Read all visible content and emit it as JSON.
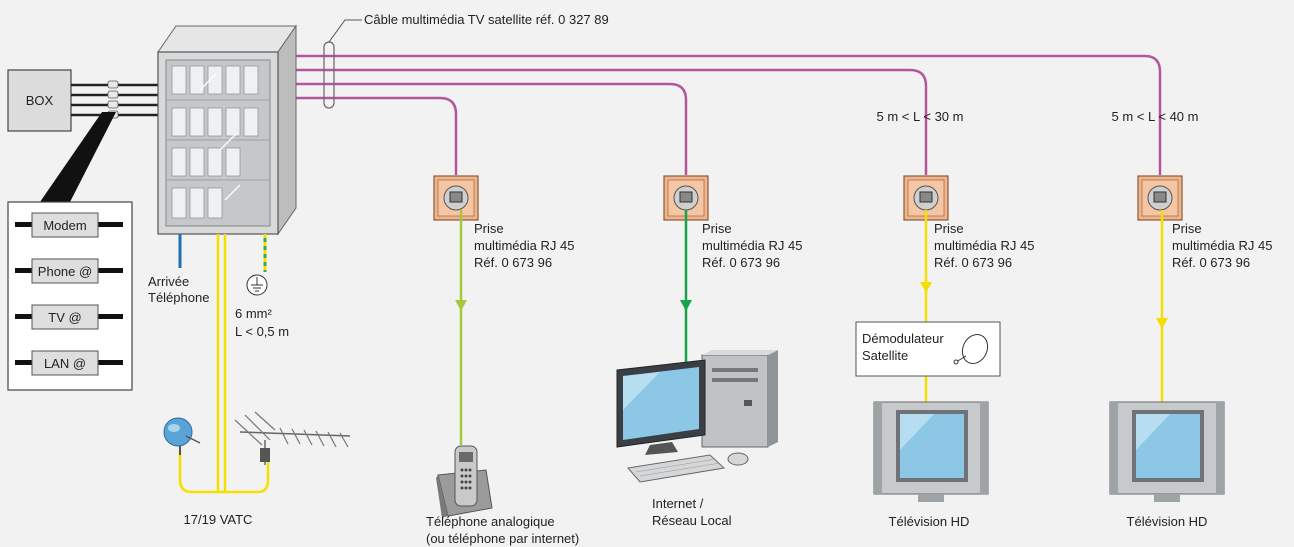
{
  "cable_label": "Câble multimédia TV satellite réf. 0 327 89",
  "box_label": "BOX",
  "modules": [
    "Modem",
    "Phone @",
    "TV @",
    "LAN @"
  ],
  "phone_arrival": [
    "Arrivée",
    "Téléphone"
  ],
  "ground": [
    "6 mm²",
    "L < 0,5 m"
  ],
  "antenna_label": "17/19 VATC",
  "length_labels": [
    "5 m < L < 30 m",
    "5 m < L < 40 m"
  ],
  "socket_label": [
    "Prise",
    "multimédia RJ 45",
    "Réf. 0 673 96"
  ],
  "demodulator": [
    "Démodulateur",
    "Satellite"
  ],
  "devices": {
    "phone": [
      "Téléphone analogique",
      "(ou téléphone par internet)"
    ],
    "computer": [
      "Internet /",
      "Réseau Local"
    ],
    "tv1": "Télévision HD",
    "tv2": "Télévision HD"
  },
  "colors": {
    "cable": "#b5559d",
    "phone_line": "#1f6fb2",
    "coax": "#f4e000",
    "phone_out": "#a6c93c",
    "lan_out": "#17a34a",
    "tv_out": "#f4e000",
    "socket_plate": "#f0b48a"
  }
}
